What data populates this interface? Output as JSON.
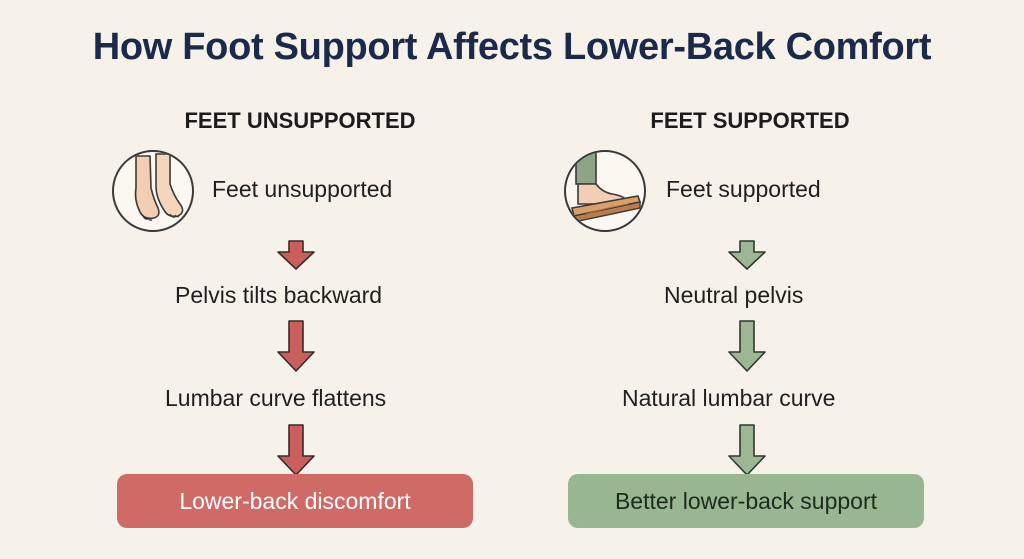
{
  "title": "How Foot Support Affects Lower-Back Comfort",
  "colors": {
    "background": "#f6f2ea",
    "title": "#1b2a4a",
    "bad_arrow": "#c95e5c",
    "bad_box": "#cf6a67",
    "good_arrow": "#9db694",
    "good_box": "#98b690"
  },
  "left": {
    "heading": "FEET UNSUPPORTED",
    "icon": "bare-feet-icon",
    "steps": [
      "Feet unsupported",
      "Pelvis tilts backward",
      "Lumbar curve flattens"
    ],
    "outcome": "Lower-back discomfort"
  },
  "right": {
    "heading": "FEET SUPPORTED",
    "icon": "foot-on-footrest-icon",
    "steps": [
      "Feet supported",
      "Neutral pelvis",
      "Natural lumbar curve"
    ],
    "outcome": "Better lower-back support"
  }
}
